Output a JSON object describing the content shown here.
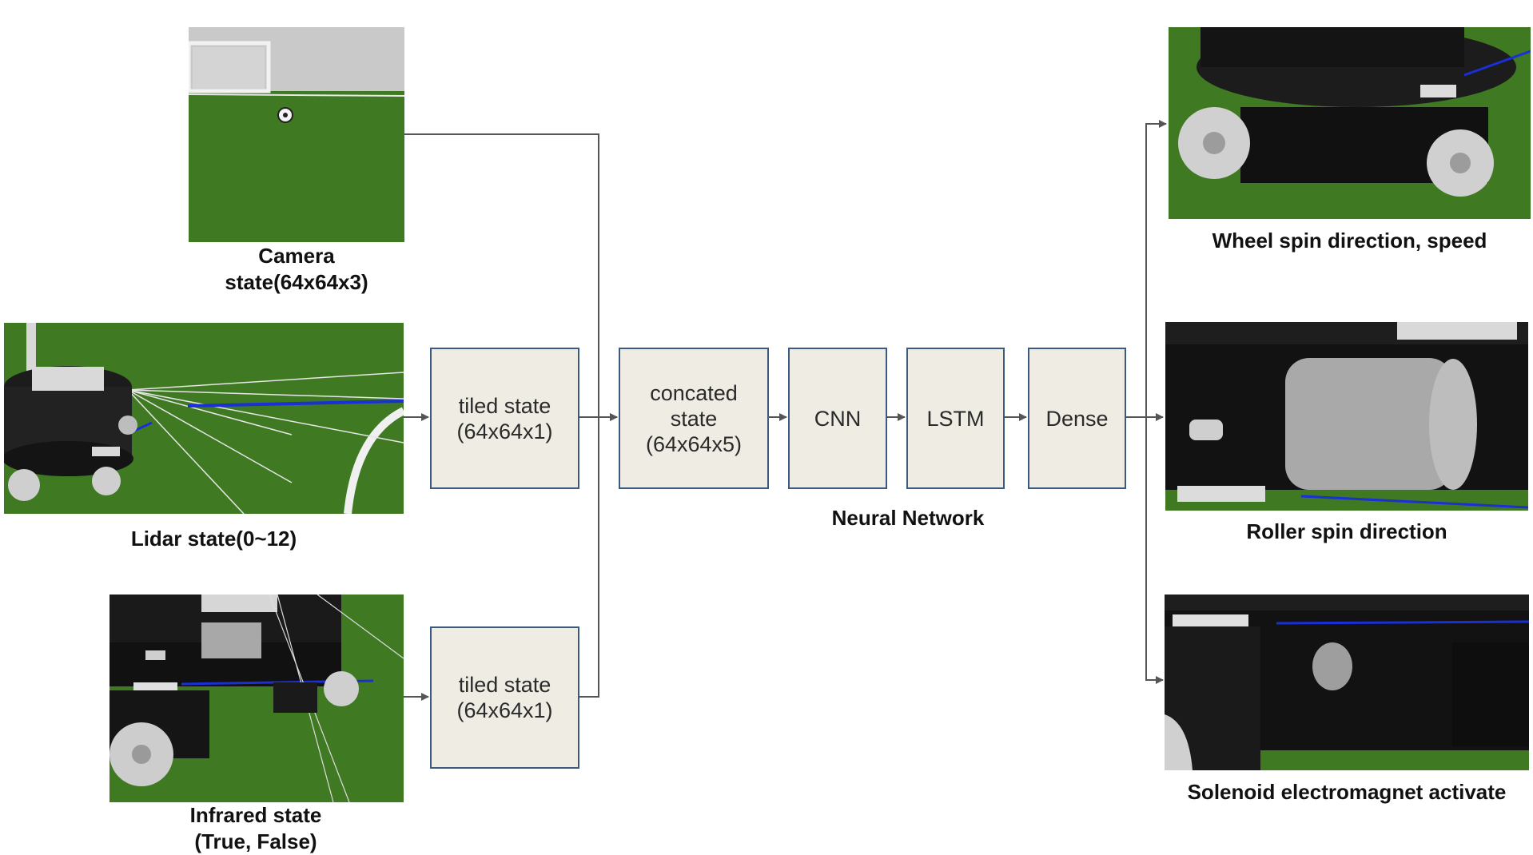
{
  "colors": {
    "box_fill": "#efece4",
    "box_border": "#3a5a80",
    "arrow": "#555555",
    "grass": "#3f7a23",
    "robot": "#1c1c1c",
    "lidar_ray": "#1a2fd6"
  },
  "inputs": {
    "camera": {
      "caption": "Camera\nstate(64x64x3)"
    },
    "lidar": {
      "caption": "Lidar state(0~12)"
    },
    "infrared": {
      "caption": "Infrared state\n(True, False)"
    }
  },
  "boxes": {
    "tiled_lidar": "tiled state\n(64x64x1)",
    "tiled_infrared": "tiled state\n(64x64x1)",
    "concated": "concated\nstate\n(64x64x5)",
    "cnn": "CNN",
    "lstm": "LSTM",
    "dense": "Dense"
  },
  "network_label": "Neural Network",
  "outputs": {
    "wheel": {
      "caption": "Wheel spin direction, speed"
    },
    "roller": {
      "caption": "Roller spin direction"
    },
    "solenoid": {
      "caption": "Solenoid electromagnet activate"
    }
  }
}
